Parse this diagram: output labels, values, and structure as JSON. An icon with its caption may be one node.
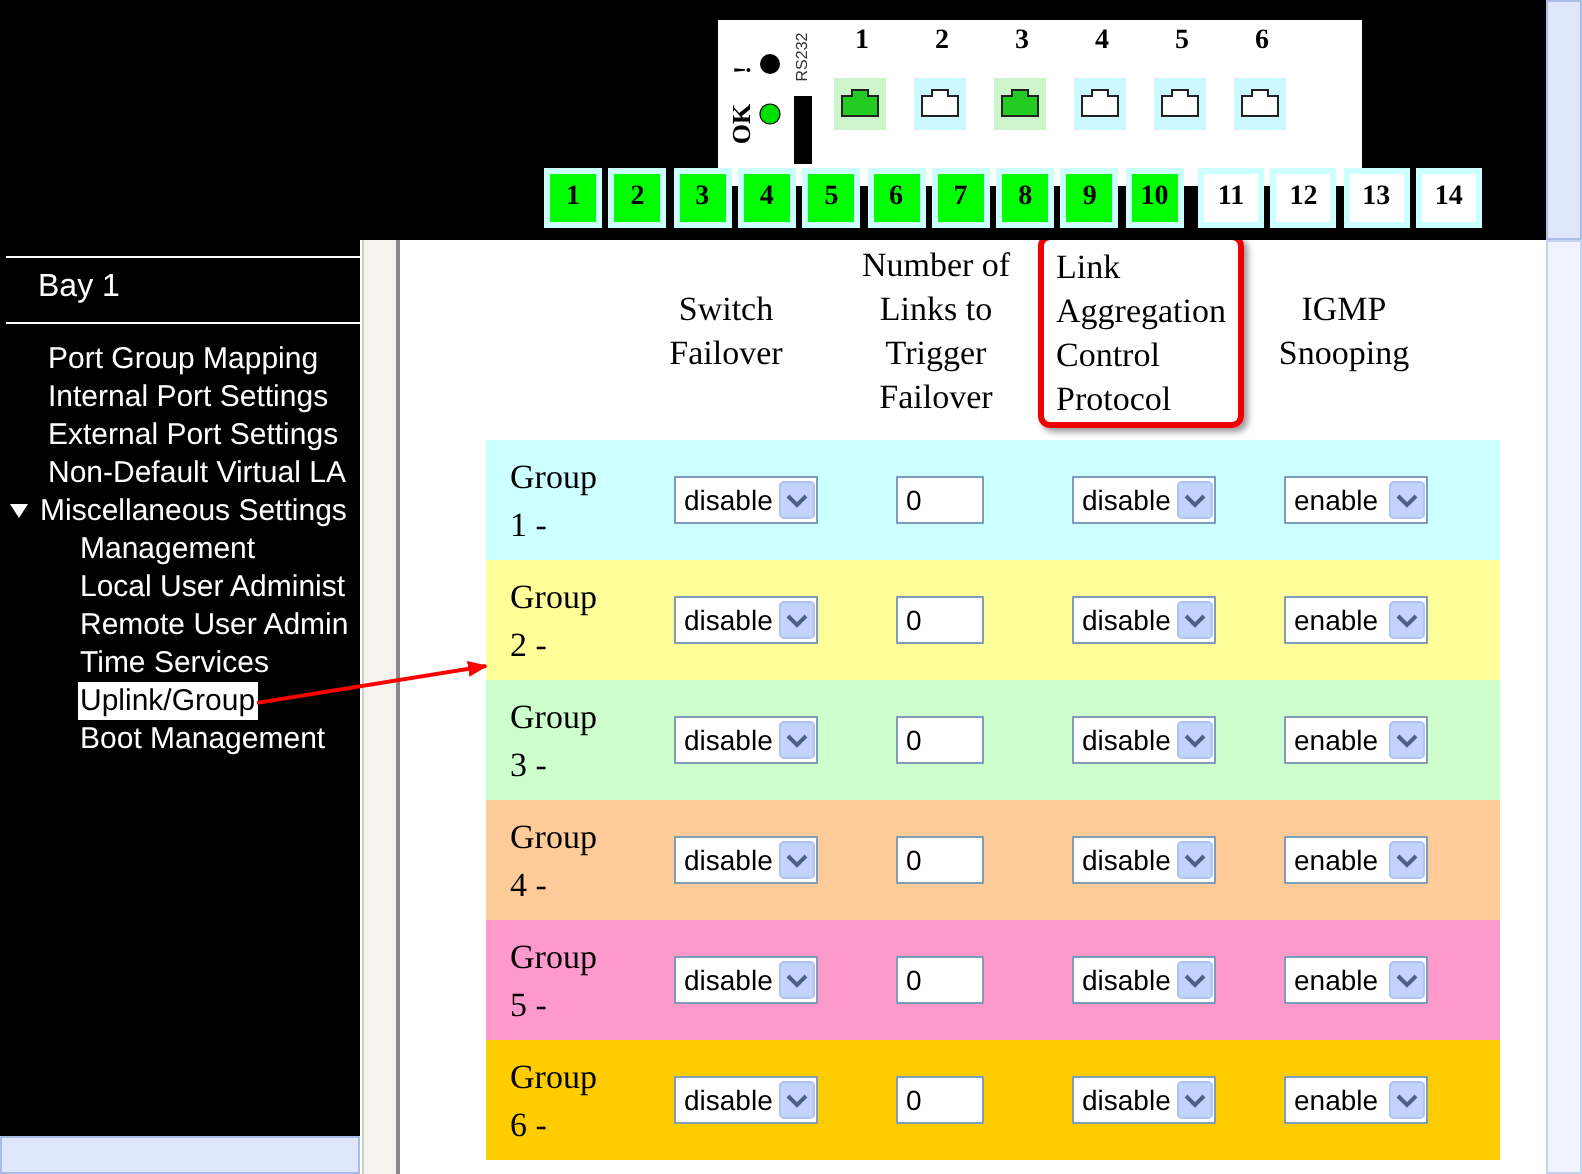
{
  "diagram": {
    "nodes": [
      {
        "text": [
          "1"
        ]
      },
      {
        "text": [
          "2"
        ]
      },
      {
        "text": [
          "3"
        ]
      },
      {
        "text": [
          "4"
        ]
      },
      {
        "text": [
          "5"
        ]
      },
      {
        "text": [
          "6"
        ]
      },
      {
        "text": [
          "7"
        ]
      },
      {
        "text": [
          "8"
        ]
      },
      {
        "text": [
          "9"
        ]
      },
      {
        "text": [
          "10"
        ]
      },
      {
        "text": [
          "11"
        ]
      },
      {
        "text": [
          "12"
        ]
      },
      {
        "text": [
          "13"
        ]
      },
      {
        "text": [
          "14"
        ]
      },
      {
        "text": [
          "Uplink/Group"
        ]
      },
      {
        "text": [
          "Link Aggregation Control Protocol"
        ]
      },
      {
        "text": [],
        "shape": "box"
      }
    ],
    "edges": [
      {
        "from": 14,
        "to": 16,
        "arrow": "to",
        "color": "#ff0000"
      }
    ],
    "labels": [
      "!",
      "OK",
      "RS232",
      "1",
      "2",
      "3",
      "4",
      "5",
      "6",
      "Bay 1",
      "Port Group Mapping",
      "Internal Port Settings",
      "External Port Settings",
      "Non-Default Virtual LA",
      "Miscellaneous Settings",
      "Management",
      "Local User Administ",
      "Remote User Admin",
      "Time Services",
      "Boot Management",
      "Switch Failover",
      "Number of Links to Trigger Failover",
      "IGMP Snooping",
      "Group 1 -",
      "disable",
      "0",
      "disable",
      "enable",
      "Group 2 -",
      "disable",
      "0",
      "disable",
      "enable",
      "Group 3 -",
      "disable",
      "0",
      "disable",
      "enable",
      "Group 4 -",
      "disable",
      "0",
      "disable",
      "enable",
      "Group 5 -",
      "disable",
      "0",
      "disable",
      "enable",
      "Group 6 -",
      "disable",
      "0",
      "disable",
      "enable"
    ]
  }
}
